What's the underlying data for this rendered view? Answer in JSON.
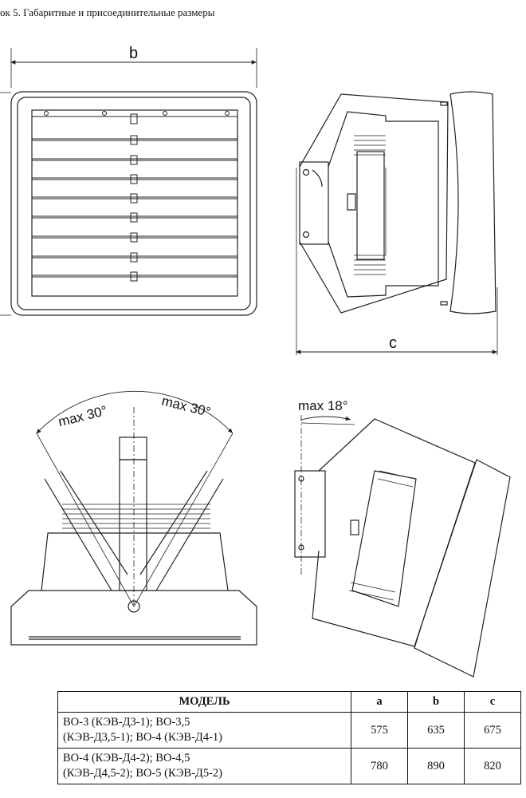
{
  "caption": "ок 5. Габаритные и присоединительные размеры",
  "dimensions": {
    "b": "b",
    "c": "c"
  },
  "angles": {
    "left": "max 30°",
    "right": "max 30°",
    "tilt": "max 18°"
  },
  "table": {
    "headers": [
      "МОДЕЛЬ",
      "a",
      "b",
      "c"
    ],
    "rows": [
      {
        "model_line1": "ВО-3 (КЭВ-Д3-1); ВО-3,5",
        "model_line2": "(КЭВ-Д3,5-1); ВО-4 (КЭВ-Д4-1)",
        "a": "575",
        "b": "635",
        "c": "675"
      },
      {
        "model_line1": "ВО-4 (КЭВ-Д4-2); ВО-4,5",
        "model_line2": "(КЭВ-Д4,5-2); ВО-5 (КЭВ-Д5-2)",
        "a": "780",
        "b": "890",
        "c": "820"
      }
    ]
  }
}
